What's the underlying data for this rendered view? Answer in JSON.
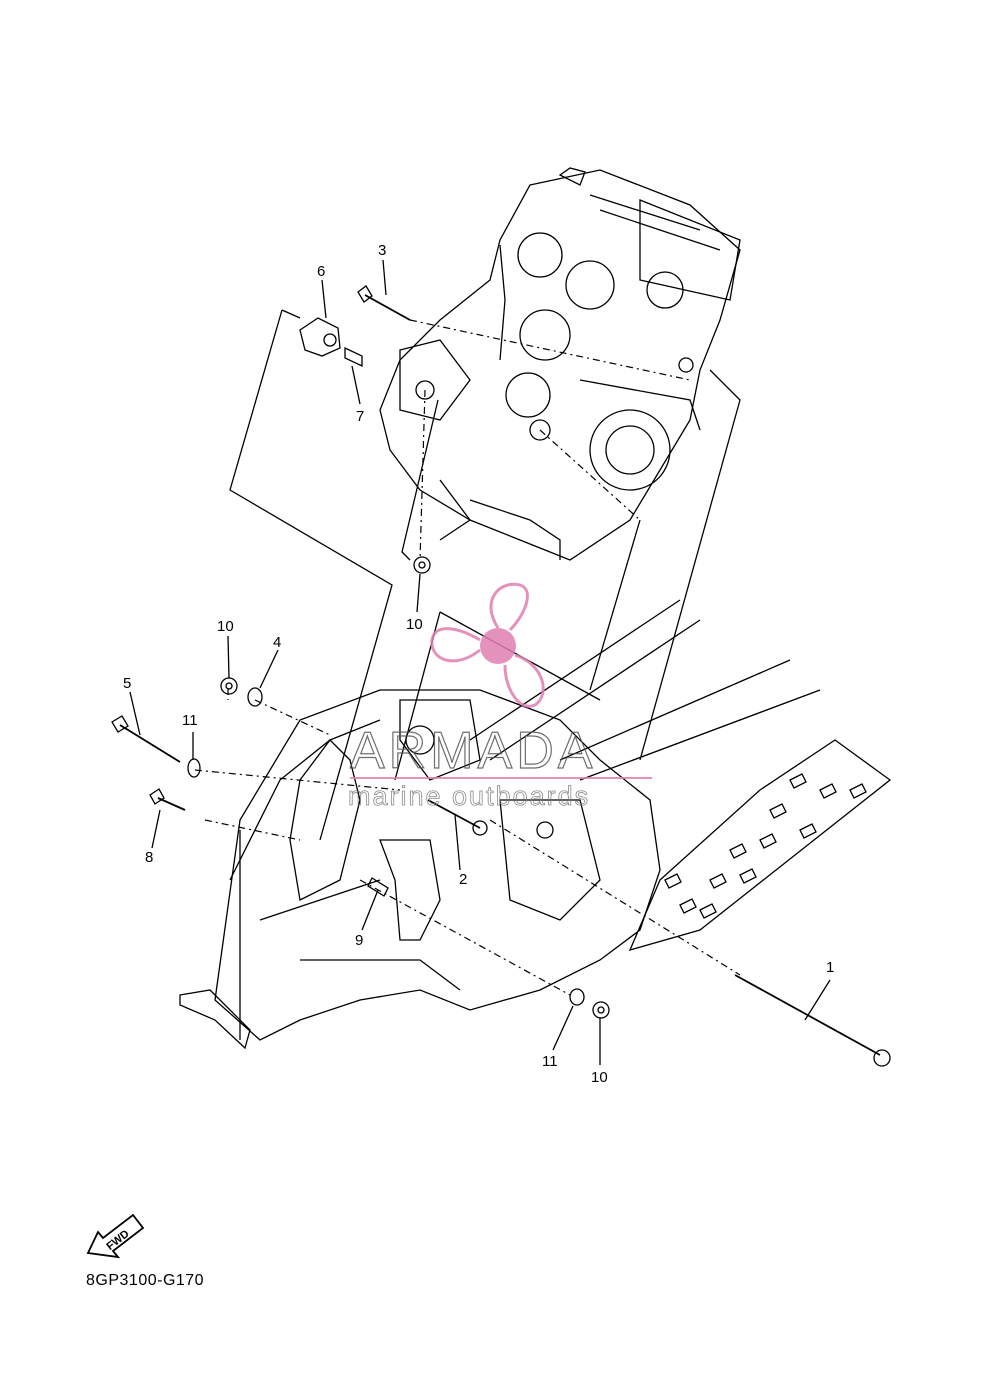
{
  "diagram": {
    "code": "8GP3100-G170",
    "fwd_label": "FWD",
    "callouts": [
      {
        "id": "c1",
        "label": "1"
      },
      {
        "id": "c2",
        "label": "2"
      },
      {
        "id": "c3",
        "label": "3"
      },
      {
        "id": "c4",
        "label": "4"
      },
      {
        "id": "c5",
        "label": "5"
      },
      {
        "id": "c6",
        "label": "6"
      },
      {
        "id": "c7",
        "label": "7"
      },
      {
        "id": "c8",
        "label": "8"
      },
      {
        "id": "c9",
        "label": "9"
      },
      {
        "id": "c10a",
        "label": "10"
      },
      {
        "id": "c10b",
        "label": "10"
      },
      {
        "id": "c10c",
        "label": "10"
      },
      {
        "id": "c11a",
        "label": "11"
      },
      {
        "id": "c11b",
        "label": "11"
      }
    ]
  },
  "watermark": {
    "brand": "ARMADA",
    "tagline": "marine outboards",
    "color": "#e07fb0"
  }
}
